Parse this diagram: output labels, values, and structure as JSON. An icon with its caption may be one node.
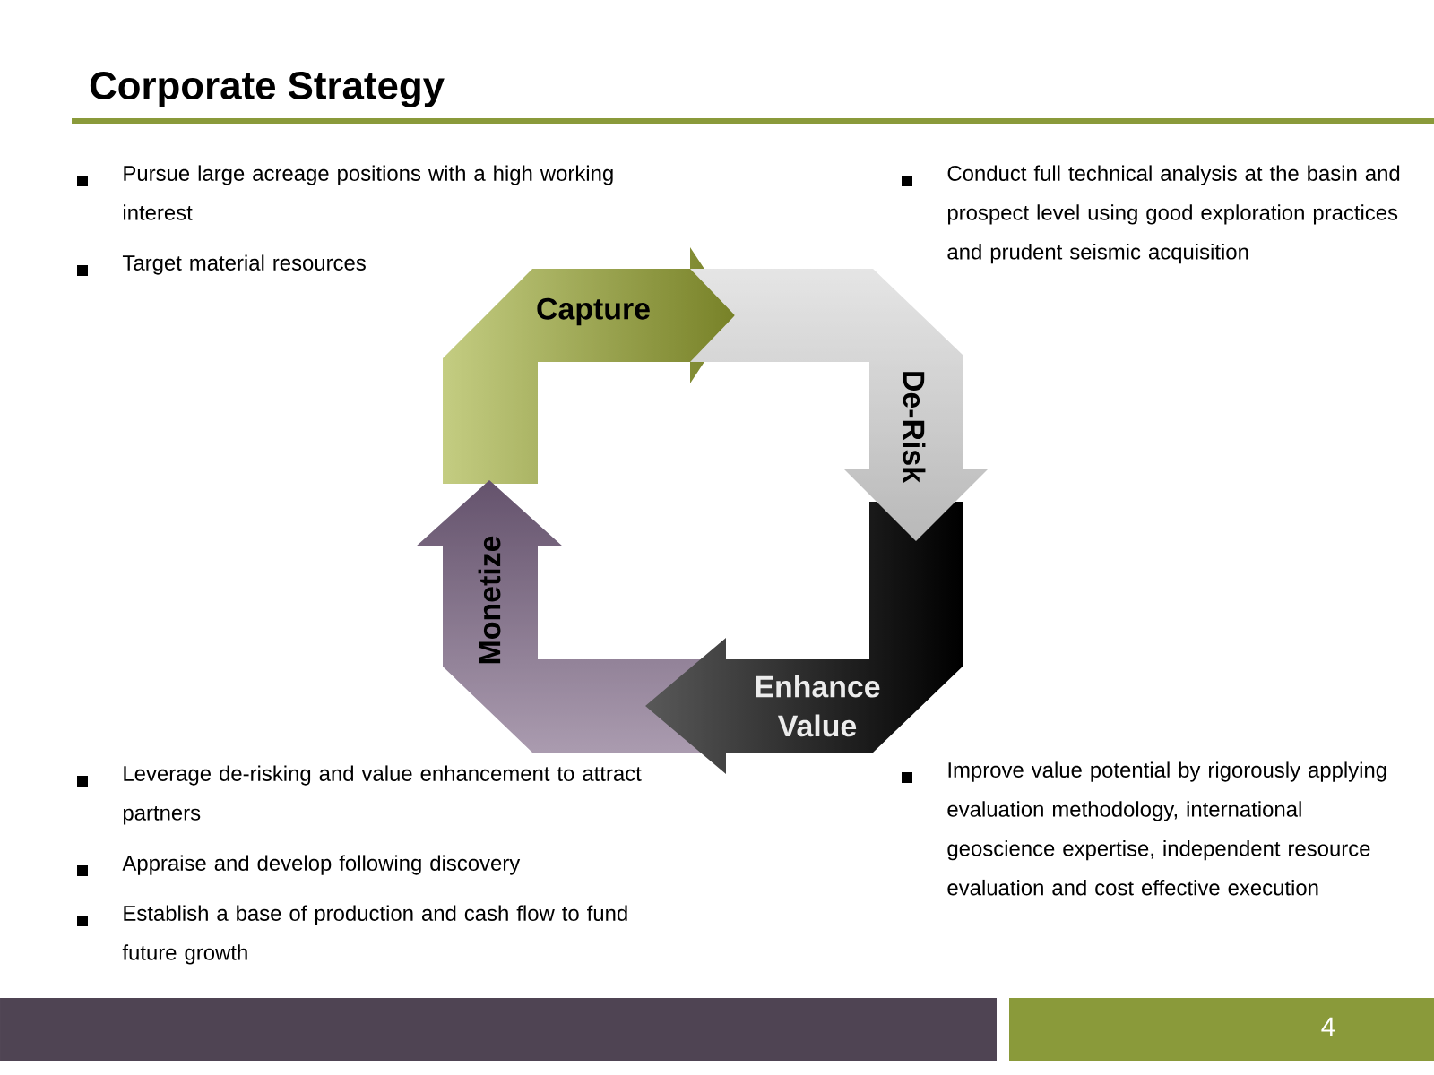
{
  "diagram": {
    "title": "Corporate Strategy",
    "nodes": [
      {
        "text": [
          "Capture"
        ]
      },
      {
        "text": [
          "De-Risk"
        ]
      },
      {
        "text": [
          "Enhance Value"
        ]
      },
      {
        "text": [
          "Monetize"
        ]
      }
    ],
    "labels": [
      "Pursue large acreage positions with a high working interest",
      "Conduct full technical analysis at the basin and prospect level using  good exploration practices and prudent seismic acquisition",
      "Target material resources",
      "Leverage de-risking and value enhancement to attract partners",
      "Improve value potential by rigorously applying evaluation methodology, international geoscience expertise, independent resource evaluation and cost effective execution",
      "Appraise and develop following discovery",
      "Establish a base of production and cash flow to fund future growth",
      "4"
    ]
  }
}
